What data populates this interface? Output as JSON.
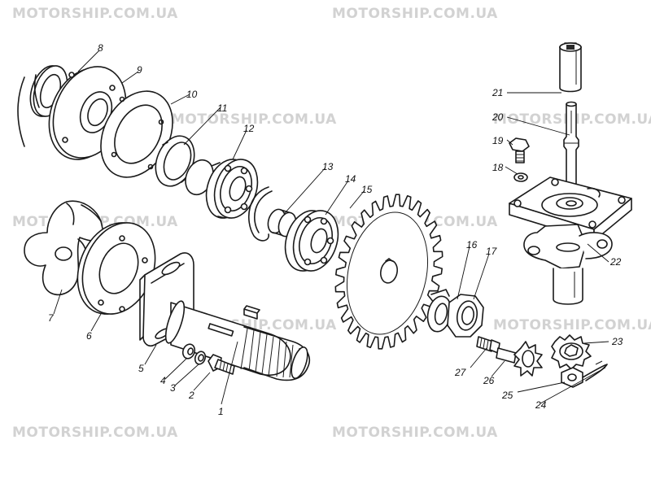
{
  "watermark": "MOTORSHIP.COM.UA",
  "part_labels": [
    "1",
    "2",
    "3",
    "4",
    "5",
    "6",
    "7",
    "8",
    "9",
    "10",
    "11",
    "12",
    "13",
    "14",
    "15",
    "16",
    "17",
    "18",
    "19",
    "20",
    "21",
    "22",
    "23",
    "24",
    "25",
    "26",
    "27"
  ]
}
